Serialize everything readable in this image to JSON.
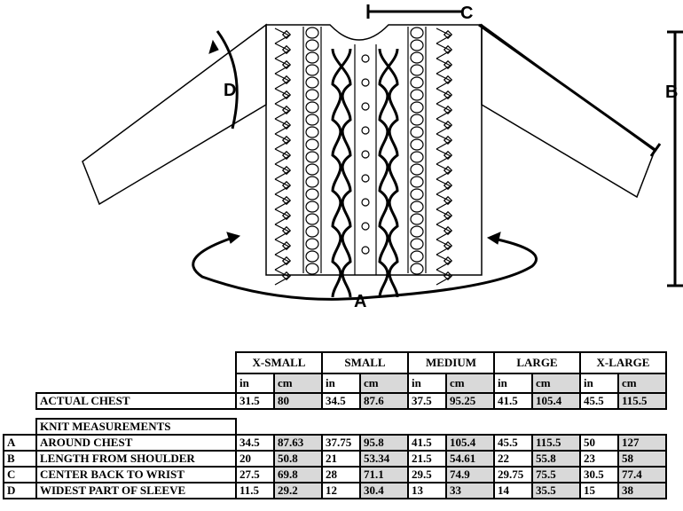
{
  "diagram": {
    "labels": {
      "a": "A",
      "b": "B",
      "c": "C",
      "d": "D"
    }
  },
  "table": {
    "sizes": [
      "X-SMALL",
      "SMALL",
      "MEDIUM",
      "LARGE",
      "X-LARGE"
    ],
    "units": {
      "in": "in",
      "cm": "cm"
    },
    "actual_chest": {
      "label": "ACTUAL CHEST",
      "values": [
        [
          "31.5",
          "80"
        ],
        [
          "34.5",
          "87.6"
        ],
        [
          "37.5",
          "95.25"
        ],
        [
          "41.5",
          "105.4"
        ],
        [
          "45.5",
          "115.5"
        ]
      ]
    },
    "knit_heading": "KNIT MEASUREMENTS",
    "rows": [
      {
        "key": "A",
        "label": "AROUND CHEST",
        "values": [
          [
            "34.5",
            "87.63"
          ],
          [
            "37.75",
            "95.8"
          ],
          [
            "41.5",
            "105.4"
          ],
          [
            "45.5",
            "115.5"
          ],
          [
            "50",
            "127"
          ]
        ]
      },
      {
        "key": "B",
        "label": "LENGTH FROM SHOULDER",
        "values": [
          [
            "20",
            "50.8"
          ],
          [
            "21",
            "53.34"
          ],
          [
            "21.5",
            "54.61"
          ],
          [
            "22",
            "55.8"
          ],
          [
            "23",
            "58"
          ]
        ]
      },
      {
        "key": "C",
        "label": "CENTER BACK TO WRIST",
        "values": [
          [
            "27.5",
            "69.8"
          ],
          [
            "28",
            "71.1"
          ],
          [
            "29.5",
            "74.9"
          ],
          [
            "29.75",
            "75.5"
          ],
          [
            "30.5",
            "77.4"
          ]
        ]
      },
      {
        "key": "D",
        "label": "WIDEST PART OF SLEEVE",
        "values": [
          [
            "11.5",
            "29.2"
          ],
          [
            "12",
            "30.4"
          ],
          [
            "13",
            "33"
          ],
          [
            "14",
            "35.5"
          ],
          [
            "15",
            "38"
          ]
        ]
      }
    ]
  }
}
